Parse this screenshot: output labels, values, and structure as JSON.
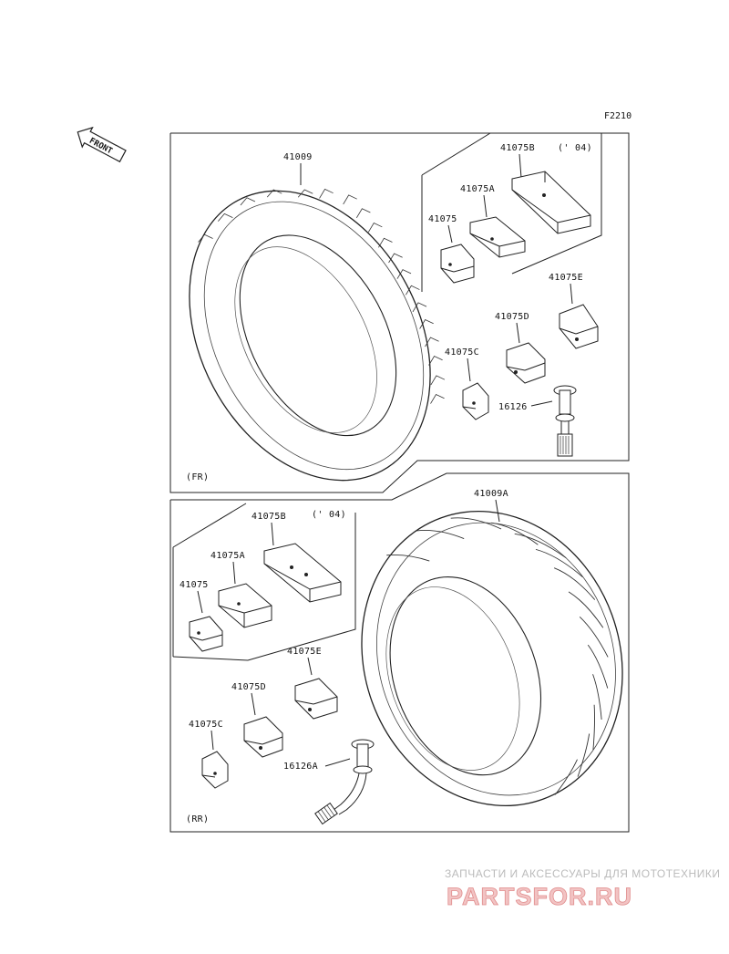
{
  "diagram_code": "F2210",
  "front_marker": "FRONT",
  "front_section": {
    "tag": "(FR)",
    "tire_label": "41009",
    "weights_year": "(' 04)",
    "parts": {
      "w_41075B": "41075B",
      "w_41075A": "41075A",
      "w_41075": "41075",
      "w_41075E": "41075E",
      "w_41075D": "41075D",
      "w_41075C": "41075C",
      "valve": "16126"
    }
  },
  "rear_section": {
    "tag": "(RR)",
    "tire_label": "41009A",
    "weights_year": "(' 04)",
    "parts": {
      "w_41075B": "41075B",
      "w_41075A": "41075A",
      "w_41075": "41075",
      "w_41075E": "41075E",
      "w_41075D": "41075D",
      "w_41075C": "41075C",
      "valve": "16126A"
    }
  },
  "watermark": {
    "tagline": "ЗАПЧАСТИ И АКСЕССУАРЫ ДЛЯ МОТОТЕХНИКИ",
    "brand": "PARTSFOR.RU"
  }
}
